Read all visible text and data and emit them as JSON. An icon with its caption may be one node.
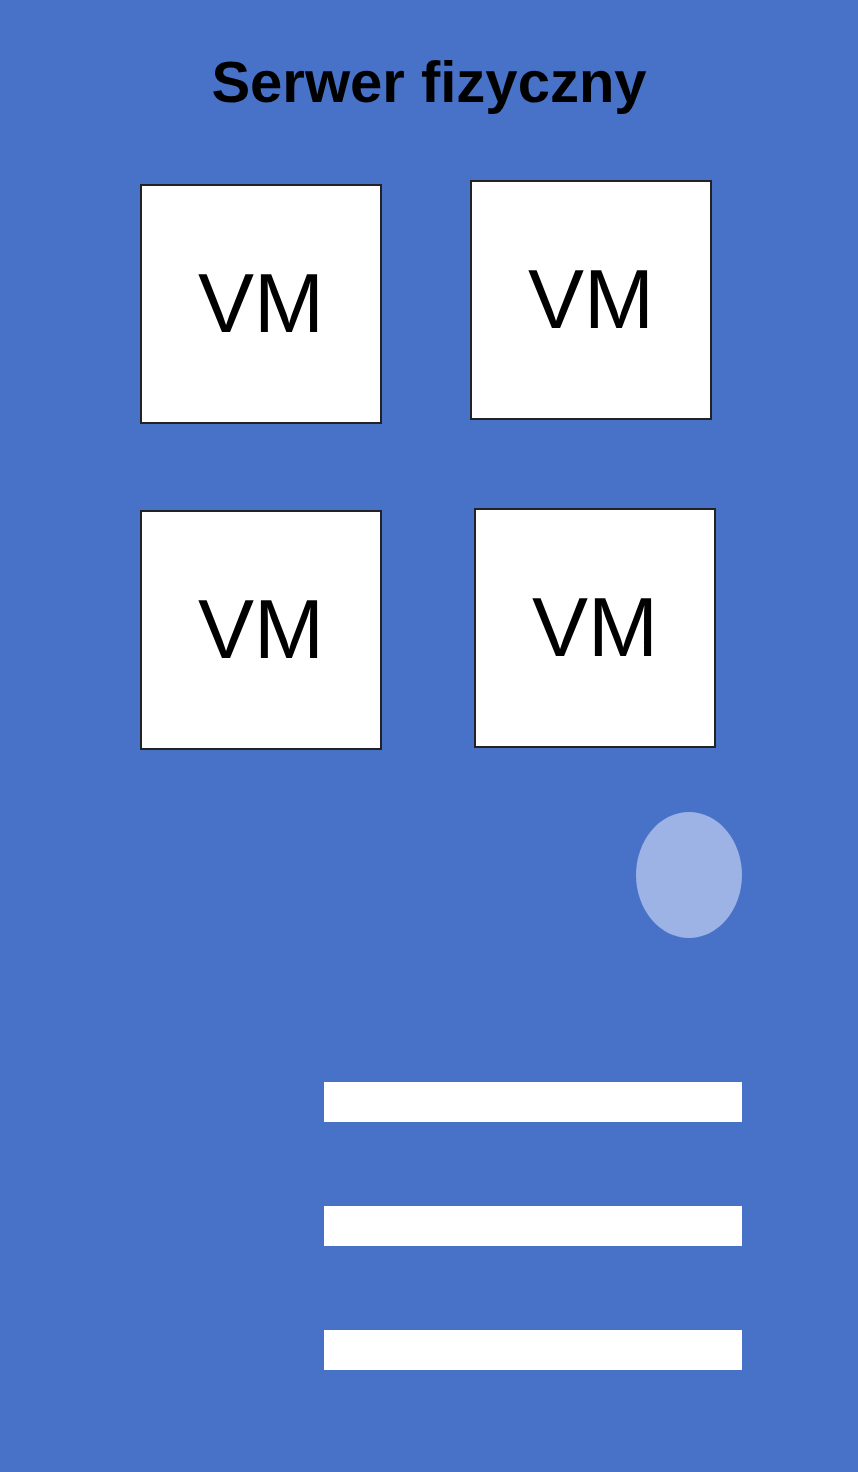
{
  "diagram": {
    "nodes": [
      {
        "text": [
          "Serwer fizyczny"
        ]
      },
      {
        "text": [
          "VM"
        ],
        "in": 0
      },
      {
        "text": [
          "VM"
        ],
        "in": 0
      },
      {
        "text": [
          "VM"
        ],
        "in": 0
      },
      {
        "text": [
          "VM"
        ],
        "in": 0
      },
      {
        "text": [],
        "shape": "circle",
        "in": 0
      },
      {
        "text": [],
        "shape": "bar",
        "in": 0
      },
      {
        "text": [],
        "shape": "bar",
        "in": 0
      },
      {
        "text": [],
        "shape": "bar",
        "in": 0
      }
    ],
    "edges": []
  }
}
